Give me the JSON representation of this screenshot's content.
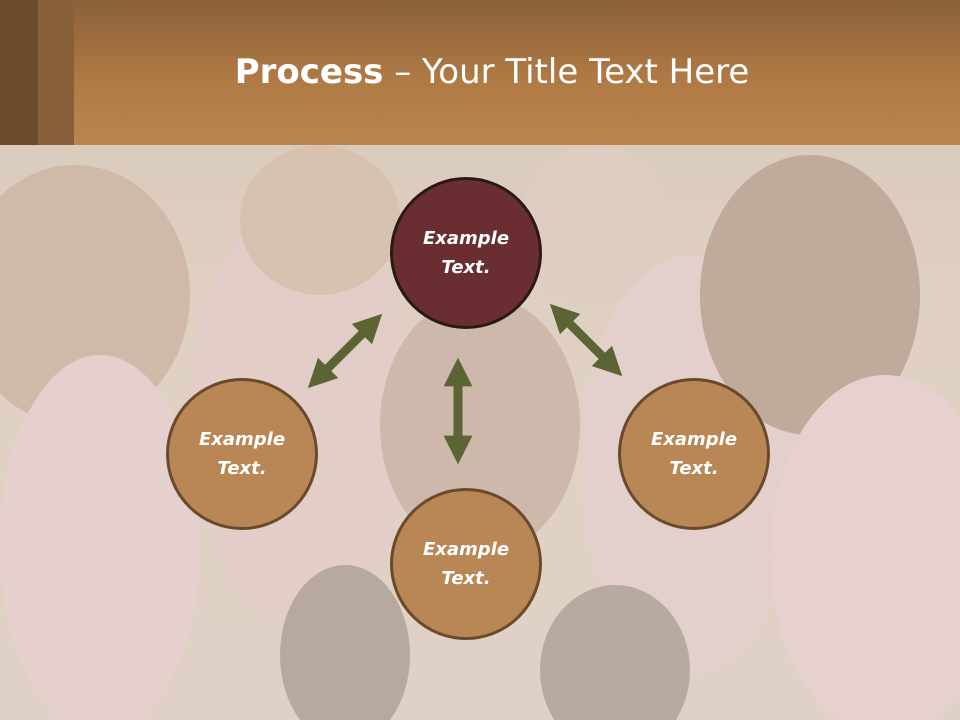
{
  "slide": {
    "title_bold": "Process",
    "title_rest": " – Your Title Text Here"
  },
  "nodes": {
    "top": "Example Text.",
    "left": "Example Text.",
    "right": "Example Text.",
    "bottom": "Example Text."
  },
  "colors": {
    "header": "#b07a45",
    "node_fill": "#b88755",
    "node_accent": "#6a2e32",
    "arrow": "#5b6534"
  }
}
